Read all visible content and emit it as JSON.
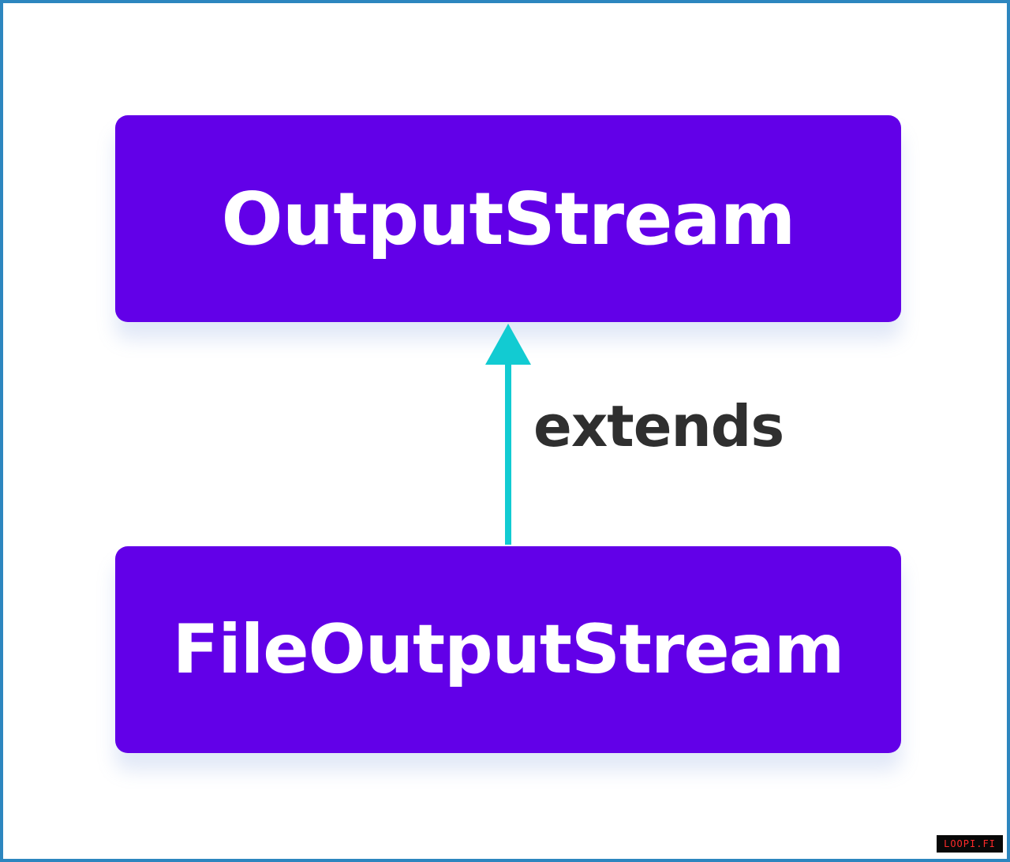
{
  "diagram": {
    "parent_class": {
      "label": "OutputStream"
    },
    "child_class": {
      "label": "FileOutputStream"
    },
    "relation": {
      "label": "extends"
    }
  },
  "watermark": {
    "text": "LOOPI.FI"
  },
  "colors": {
    "box": "#6200e8",
    "arrow": "#12cbd2",
    "border": "#2d86bf",
    "label": "#2f2f2f"
  }
}
